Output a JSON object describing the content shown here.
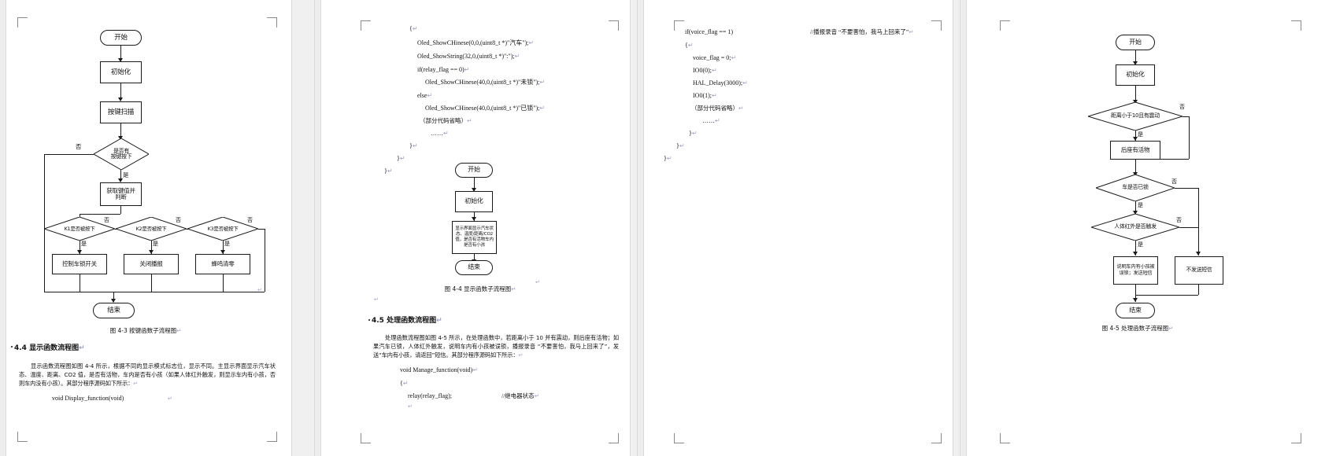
{
  "document": {
    "view": "multi-page-print-layout",
    "page_count": 4,
    "background_color": "#f0f0f0",
    "page_color": "#ffffff"
  },
  "pages": [
    {
      "id": "page-1",
      "flowchart": {
        "title": "按键函数子流程图",
        "nodes": [
          {
            "id": "start",
            "label": "开始"
          },
          {
            "id": "init",
            "label": "初始化"
          },
          {
            "id": "scan",
            "label": "按键扫描"
          },
          {
            "id": "d_any",
            "label": "是否有\n按键按下"
          },
          {
            "id": "getkey",
            "label": "获取键值并\n判断"
          },
          {
            "id": "d_k1",
            "label": "K1是否被按下"
          },
          {
            "id": "d_k2",
            "label": "K2是否被按下"
          },
          {
            "id": "d_k3",
            "label": "K3是否被按下"
          },
          {
            "id": "act_k1",
            "label": "控制车锁开关"
          },
          {
            "id": "act_k2",
            "label": "关闭播报"
          },
          {
            "id": "act_k3",
            "label": "蜂鸣清零"
          },
          {
            "id": "end",
            "label": "结束"
          }
        ],
        "branch_yes": "是",
        "branch_no": "否"
      },
      "caption": "图 4-3   按键函数子流程图",
      "heading": "4.4 显示函数流程图",
      "paragraph": "显示函数流程图如图 4-4 所示，根据不同的显示模式标志位，显示不同。主显示界面显示汽车状态、温度、距离、CO2 值，是否有活物，车内是否有小孩（如果人体红外触发，则显示车内有小孩，否则车内没有小孩）。其部分程序源码如下所示：",
      "code_line": "void Display_function(void)"
    },
    {
      "id": "page-2",
      "code_lines": [
        "{",
        "Oled_ShowCHinese(0,0,(uint8_t *)\"汽车\");",
        "Oled_ShowString(32,0,(uint8_t *)\":\");",
        "if(relay_flag == 0)",
        "Oled_ShowCHinese(40,0,(uint8_t *)\"未锁\");",
        "else",
        "Oled_ShowCHinese(40,0,(uint8_t *)\"已锁\");",
        "（部分代码省略）",
        "……",
        "}",
        "}",
        "}"
      ],
      "flowchart": {
        "title": "显示函数子流程图",
        "nodes": [
          {
            "id": "start",
            "label": "开始"
          },
          {
            "id": "init",
            "label": "初始化"
          },
          {
            "id": "show",
            "label": "显示界面显示汽车状态、温度/距离/CO2值，是否有活物车内是否有小孩"
          },
          {
            "id": "end",
            "label": "结束"
          }
        ]
      },
      "caption": "图 4-4   显示函数子流程图",
      "heading": "4.5 处理函数流程图",
      "paragraph": "处理函数流程图如图 4-5 所示，在处理函数中，若距离小于 10 并有震动，则后座有活物；如果汽车已锁，人体红外触发，说明车内有小孩被误锁，播报录音 “不要害怕，我马上回来了”，发送“车内有小孩，请返回”短信。其部分程序源码如下所示：",
      "code_tail": [
        "void Manage_function(void)",
        "{",
        "relay(relay_flag);"
      ],
      "code_tail_comment": "//继电器状态"
    },
    {
      "id": "page-3",
      "code_lines": [
        "if(voice_flag == 1)",
        "{",
        "voice_flag = 0;",
        "IO0(0);",
        "HAL_Delay(3000);",
        "IO0(1);",
        "（部分代码省略）",
        "……",
        "}",
        "}",
        "}"
      ],
      "comment": "//播报录音 “不要害怕，我马上回来了”"
    },
    {
      "id": "page-4",
      "flowchart": {
        "title": "处理函数子流程图",
        "nodes": [
          {
            "id": "start",
            "label": "开始"
          },
          {
            "id": "init",
            "label": "初始化"
          },
          {
            "id": "d_dist",
            "label": "距离小于10且有震动"
          },
          {
            "id": "alive",
            "label": "后座有活物"
          },
          {
            "id": "d_lock",
            "label": "车是否已锁"
          },
          {
            "id": "d_ir",
            "label": "人体红外是否触发"
          },
          {
            "id": "send",
            "label": "说明车内有小孩被误锁；发送短信"
          },
          {
            "id": "nosend",
            "label": "不发送短信"
          },
          {
            "id": "end",
            "label": "结束"
          }
        ],
        "branch_yes": "是",
        "branch_no": "否"
      },
      "caption": "图 4-5   处理函数子流程图"
    }
  ],
  "symbols": {
    "pilcrow": "↵"
  }
}
